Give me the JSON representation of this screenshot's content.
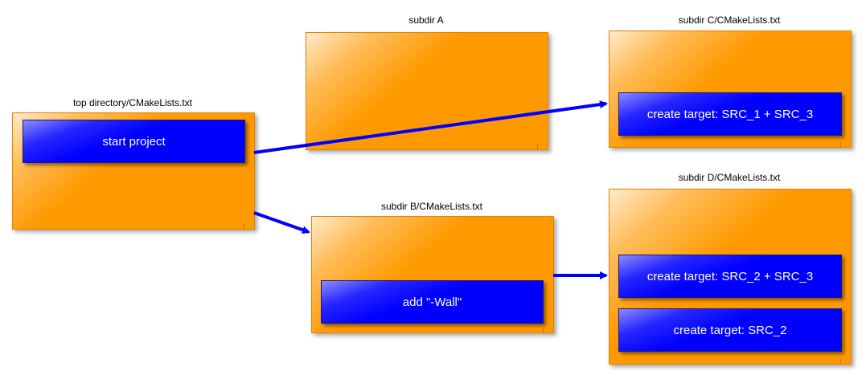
{
  "boxes": {
    "top": {
      "caption": "top directory/CMakeLists.txt",
      "actions": [
        "start project"
      ]
    },
    "a": {
      "caption": "subdir A",
      "actions": []
    },
    "b": {
      "caption": "subdir B/CMakeLists.txt",
      "actions": [
        "add \"-Wall\""
      ]
    },
    "c": {
      "caption": "subdir C/CMakeLists.txt",
      "actions": [
        "create target: SRC_1 + SRC_3"
      ]
    },
    "d": {
      "caption": "subdir D/CMakeLists.txt",
      "actions": [
        "create target: SRC_2 + SRC_3",
        "create target: SRC_2"
      ]
    }
  },
  "colors": {
    "box_fill": "#ff9900",
    "action_fill": "#0000ff",
    "arrow": "#0000ff"
  }
}
